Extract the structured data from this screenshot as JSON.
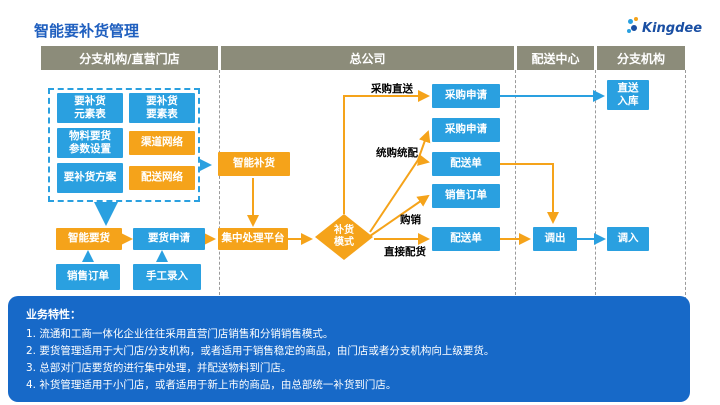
{
  "title": "智能要补货管理",
  "logo": {
    "text": "Kingdee"
  },
  "columns": [
    {
      "id": "branch",
      "label": "分支机构/直营门店"
    },
    {
      "id": "hq",
      "label": "总公司"
    },
    {
      "id": "dc",
      "label": "配送中心"
    },
    {
      "id": "branch2",
      "label": "分支机构"
    }
  ],
  "nodes": {
    "yaobuhuo_yuansu": "要补货\n元素表",
    "yaobuhuo_yaosu": "要补货\n要素表",
    "wuliao_canshu": "物料要货\n参数设置",
    "qudao_wangluo": "渠道网络",
    "yaobuhuo_fangan": "要补货方案",
    "peisong_wangluo": "配送网络",
    "zhineng_yaohuo": "智能要货",
    "yaohuo_shenqing": "要货申请",
    "xiaoshou_dingdan_left": "销售订单",
    "shougong_luru": "手工录入",
    "zhineng_buhuo": "智能补货",
    "jizhong_pingtai": "集中处理平台",
    "buhuo_moshi": "补货\n模式",
    "caigou_shenqing_1": "采购申请",
    "caigou_shenqing_2": "采购申请",
    "peisong_dan_1": "配送单",
    "xiaoshou_dingdan_right": "销售订单",
    "peisong_dan_2": "配送单",
    "diaochu": "调出",
    "zhisong_ruku": "直送\n入库",
    "diaoru": "调入"
  },
  "edge_labels": {
    "caigou_zhisong": "采购直送",
    "tonggou_fenpei": "统购统配",
    "goxiao": "购销",
    "zhijie_peihuo": "直接配货"
  },
  "notes": {
    "title": "业务特性：",
    "items": [
      "1.  流通和工商一体化企业往往采用直营门店销售和分销销售模式。",
      "2.  要货管理适用于大门店/分支机构，或者适用于销售稳定的商品，由门店或者分支机构向上级要货。",
      "3.  总部对门店要货的进行集中处理，并配送物料到门店。",
      "4.  补货管理适用于小门店，或者适用于新上市的商品，由总部统一补货到门店。"
    ]
  },
  "colors": {
    "header_bg": "#8c8c7a",
    "blue_box": "#2aa0e0",
    "orange_box": "#f5a31a",
    "notes_bg": "#1769c8",
    "title": "#1f5fbf"
  }
}
